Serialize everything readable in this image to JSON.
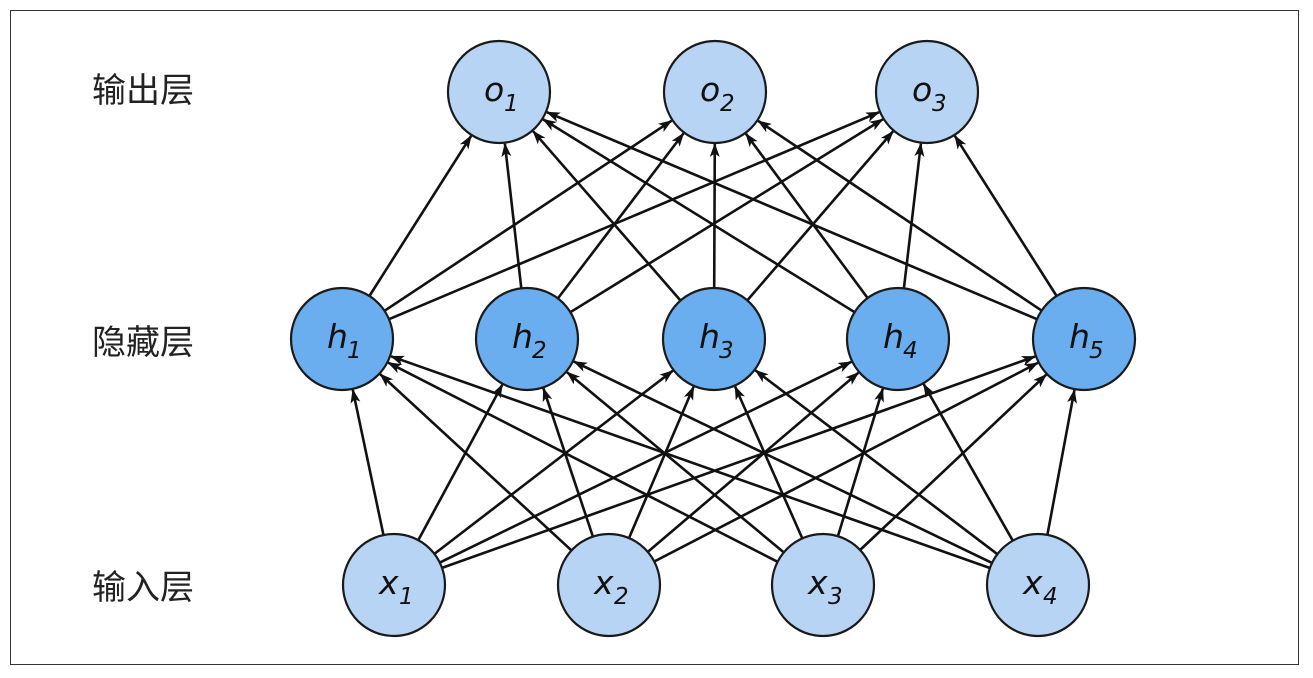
{
  "layers": [
    {
      "id": "output",
      "label": "输出层",
      "fill": "#b8d4f4",
      "nodes": [
        {
          "name": "o",
          "sub": "1"
        },
        {
          "name": "o",
          "sub": "2"
        },
        {
          "name": "o",
          "sub": "3"
        }
      ]
    },
    {
      "id": "hidden",
      "label": "隐藏层",
      "fill": "#6aaef0",
      "nodes": [
        {
          "name": "h",
          "sub": "1"
        },
        {
          "name": "h",
          "sub": "2"
        },
        {
          "name": "h",
          "sub": "3"
        },
        {
          "name": "h",
          "sub": "4"
        },
        {
          "name": "h",
          "sub": "5"
        }
      ]
    },
    {
      "id": "input",
      "label": "输入层",
      "fill": "#b8d4f4",
      "nodes": [
        {
          "name": "x",
          "sub": "1"
        },
        {
          "name": "x",
          "sub": "2"
        },
        {
          "name": "x",
          "sub": "3"
        },
        {
          "name": "x",
          "sub": "4"
        }
      ]
    }
  ],
  "connections": [
    {
      "from": "input",
      "to": "hidden",
      "type": "fully-connected"
    },
    {
      "from": "hidden",
      "to": "output",
      "type": "fully-connected"
    }
  ],
  "colors": {
    "node_stroke": "#1a1a1a",
    "edge": "#111111",
    "frame": "#333333"
  }
}
